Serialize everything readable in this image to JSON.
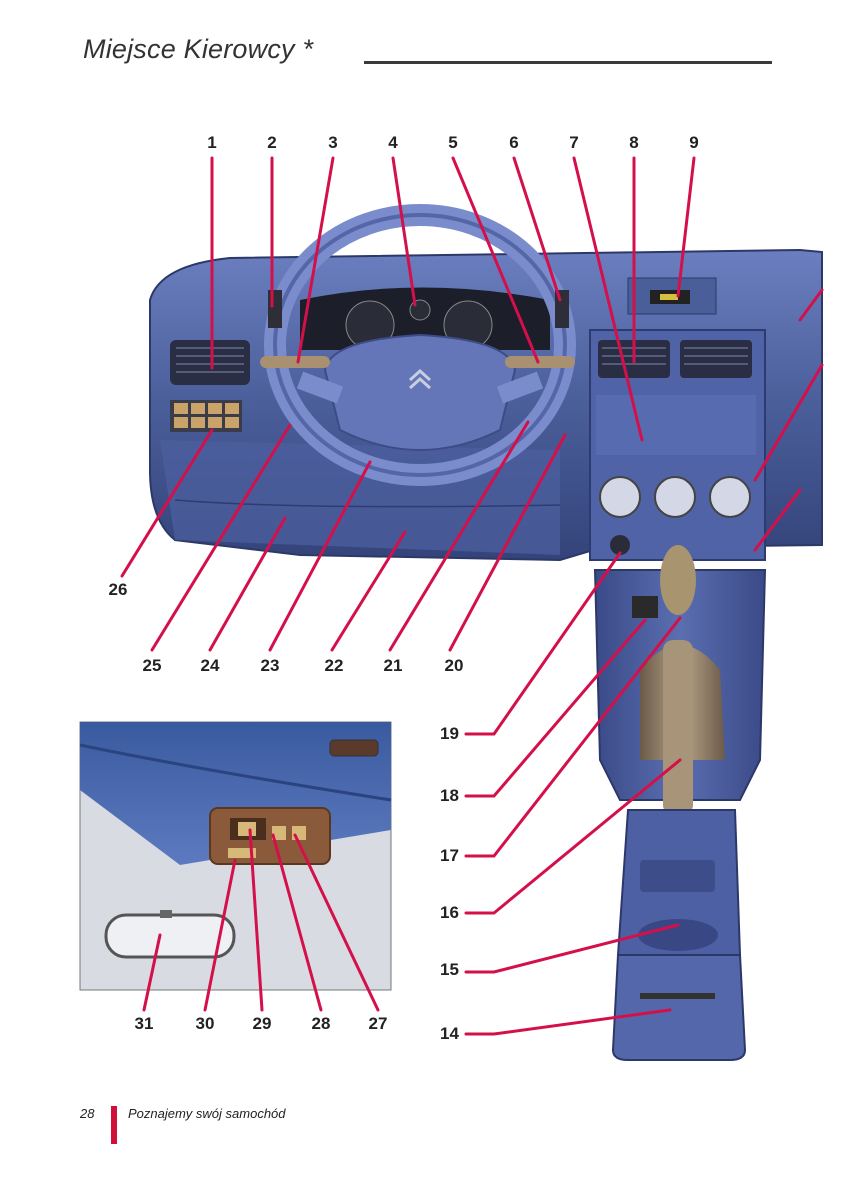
{
  "header": {
    "title": "Miejsce Kierowcy *"
  },
  "callouts": [
    {
      "id": "1",
      "label": "1"
    },
    {
      "id": "2",
      "label": "2"
    },
    {
      "id": "3",
      "label": "3"
    },
    {
      "id": "4",
      "label": "4"
    },
    {
      "id": "5",
      "label": "5"
    },
    {
      "id": "6",
      "label": "6"
    },
    {
      "id": "7",
      "label": "7"
    },
    {
      "id": "8",
      "label": "8"
    },
    {
      "id": "9",
      "label": "9"
    },
    {
      "id": "14",
      "label": "14"
    },
    {
      "id": "15",
      "label": "15"
    },
    {
      "id": "16",
      "label": "16"
    },
    {
      "id": "17",
      "label": "17"
    },
    {
      "id": "18",
      "label": "18"
    },
    {
      "id": "19",
      "label": "19"
    },
    {
      "id": "20",
      "label": "20"
    },
    {
      "id": "21",
      "label": "21"
    },
    {
      "id": "22",
      "label": "22"
    },
    {
      "id": "23",
      "label": "23"
    },
    {
      "id": "24",
      "label": "24"
    },
    {
      "id": "25",
      "label": "25"
    },
    {
      "id": "26",
      "label": "26"
    },
    {
      "id": "27",
      "label": "27"
    },
    {
      "id": "28",
      "label": "28"
    },
    {
      "id": "29",
      "label": "29"
    },
    {
      "id": "30",
      "label": "30"
    },
    {
      "id": "31",
      "label": "31"
    }
  ],
  "footer": {
    "page_number": "28",
    "section_title": "Poznajemy swój samochód"
  },
  "colors": {
    "accent": "#d0103a",
    "dashboard_blue": "#4a5e9a",
    "callout_line": "#d4104a"
  },
  "icons": [
    "citroen-chevron-logo"
  ]
}
